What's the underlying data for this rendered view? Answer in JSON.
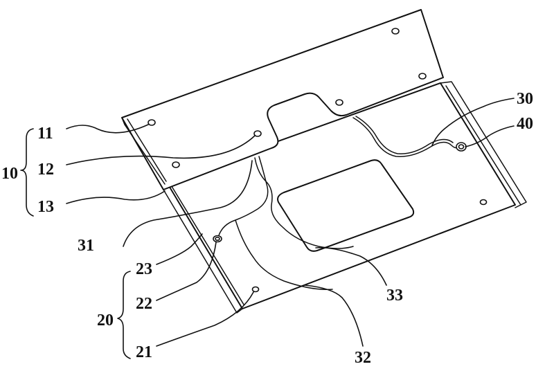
{
  "labels": {
    "l10": "10",
    "l11": "11",
    "l12": "12",
    "l13": "13",
    "l20": "20",
    "l21": "21",
    "l22": "22",
    "l23": "23",
    "l30": "30",
    "l31": "31",
    "l32": "32",
    "l33": "33",
    "l40": "40"
  },
  "colors": {
    "line": "#111111",
    "background": "#ffffff"
  }
}
